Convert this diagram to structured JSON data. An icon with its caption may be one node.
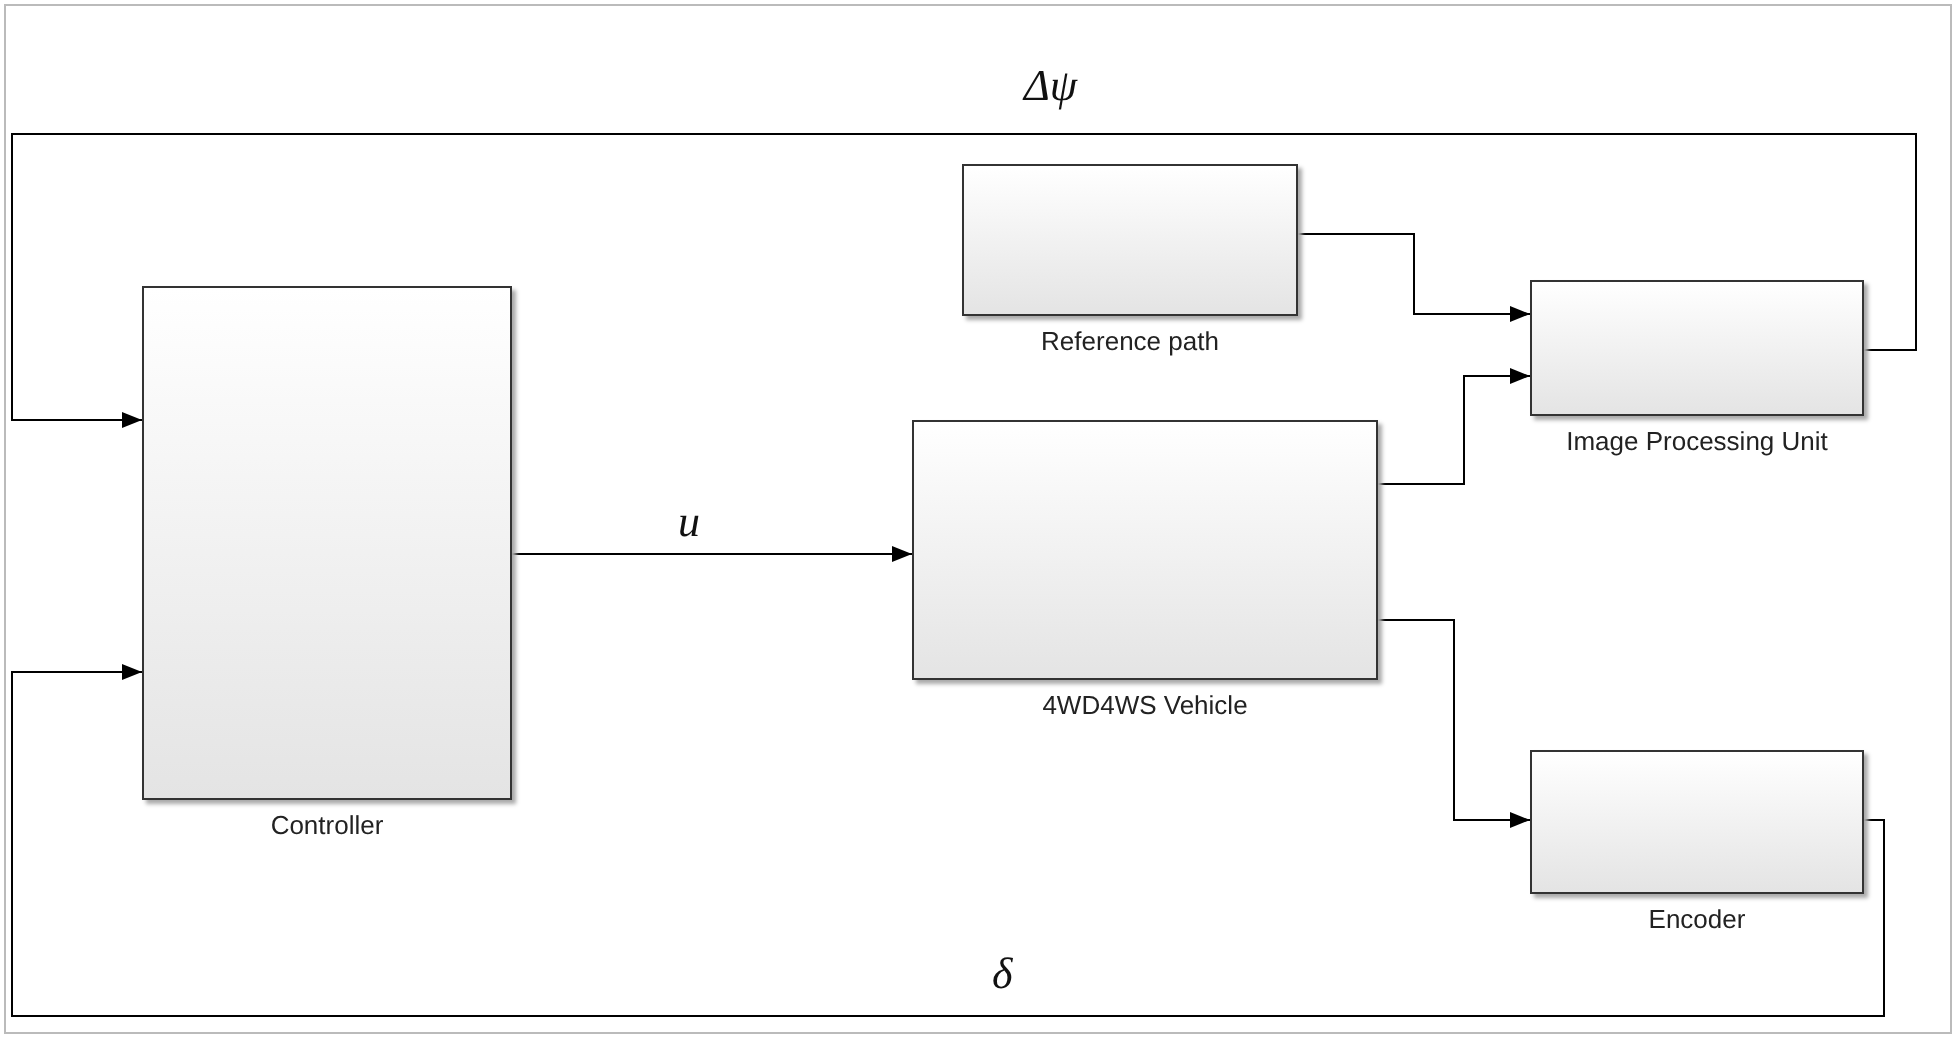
{
  "diagram": {
    "nodes": [
      {
        "text": [
          "Controller"
        ]
      },
      {
        "text": [
          "Reference path"
        ]
      },
      {
        "text": [
          "Image Processing Unit"
        ]
      },
      {
        "text": [
          "4WD4WS Vehicle"
        ]
      },
      {
        "text": [
          "Encoder"
        ]
      }
    ],
    "edges": [
      {
        "from": 0,
        "to": 3,
        "arrow": "to",
        "label": "u"
      },
      {
        "from": 1,
        "to": 2,
        "arrow": "to"
      },
      {
        "from": 3,
        "to": 2,
        "arrow": "to"
      },
      {
        "from": 3,
        "to": 4,
        "arrow": "to"
      },
      {
        "from": 2,
        "to": 0,
        "arrow": "to",
        "label": "Δψ"
      },
      {
        "from": 4,
        "to": 0,
        "arrow": "to",
        "label": "δ"
      }
    ]
  }
}
